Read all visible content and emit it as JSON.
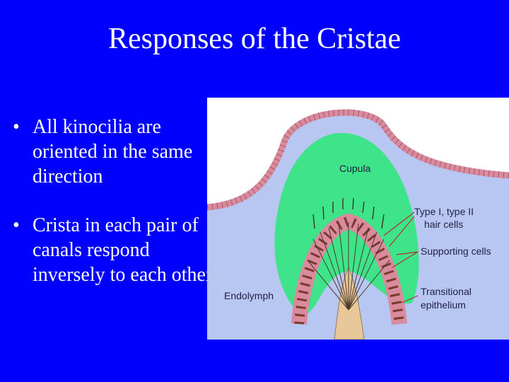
{
  "slide": {
    "title": "Responses of the Cristae",
    "bullets": [
      {
        "marker": "•",
        "text": "All kinocilia are oriented in the same direction"
      },
      {
        "marker": "•",
        "text": "Crista in each pair of canals respond inversely to each other"
      }
    ]
  },
  "figure": {
    "labels": {
      "cupula": "Cupula",
      "hair_cells_1": "Type I, type II",
      "hair_cells_2": "hair cells",
      "supporting_cells": "Supporting cells",
      "endolymph": "Endolymph",
      "transitional_1": "Transitional",
      "transitional_2": "epithelium"
    },
    "colors": {
      "background": "#0000fc",
      "endolymph": "#b8c6f2",
      "cupula": "#3fe48a",
      "epithelium": "#e6a6b4",
      "pointer": "#b0302a"
    }
  }
}
